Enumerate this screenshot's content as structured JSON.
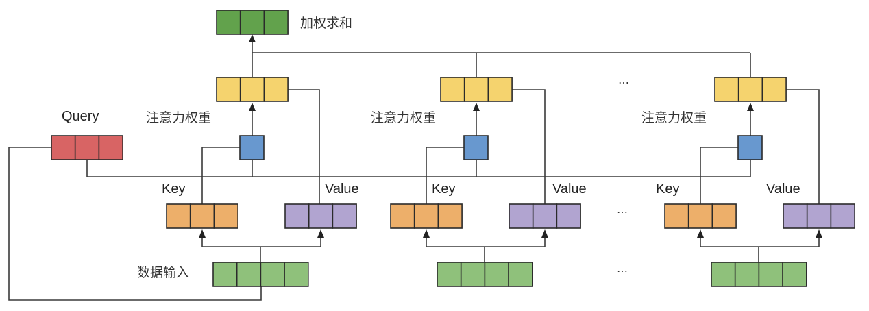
{
  "diagram": {
    "title_label": "加权求和",
    "query_label": "Query",
    "data_input_label": "数据输入",
    "ellipsis": "…",
    "colors": {
      "weighted_sum": "#62a24c",
      "attention_weight": "#f5d36e",
      "score": "#6898cf",
      "query": "#d86464",
      "key": "#edaf6a",
      "value": "#b1a4d0",
      "data_input": "#8fc17b"
    },
    "blocks": [
      {
        "attention_label": "注意力权重",
        "key_label": "Key",
        "value_label": "Value"
      },
      {
        "attention_label": "注意力权重",
        "key_label": "Key",
        "value_label": "Value"
      },
      {
        "attention_label": "注意力权重",
        "key_label": "Key",
        "value_label": "Value"
      }
    ]
  }
}
